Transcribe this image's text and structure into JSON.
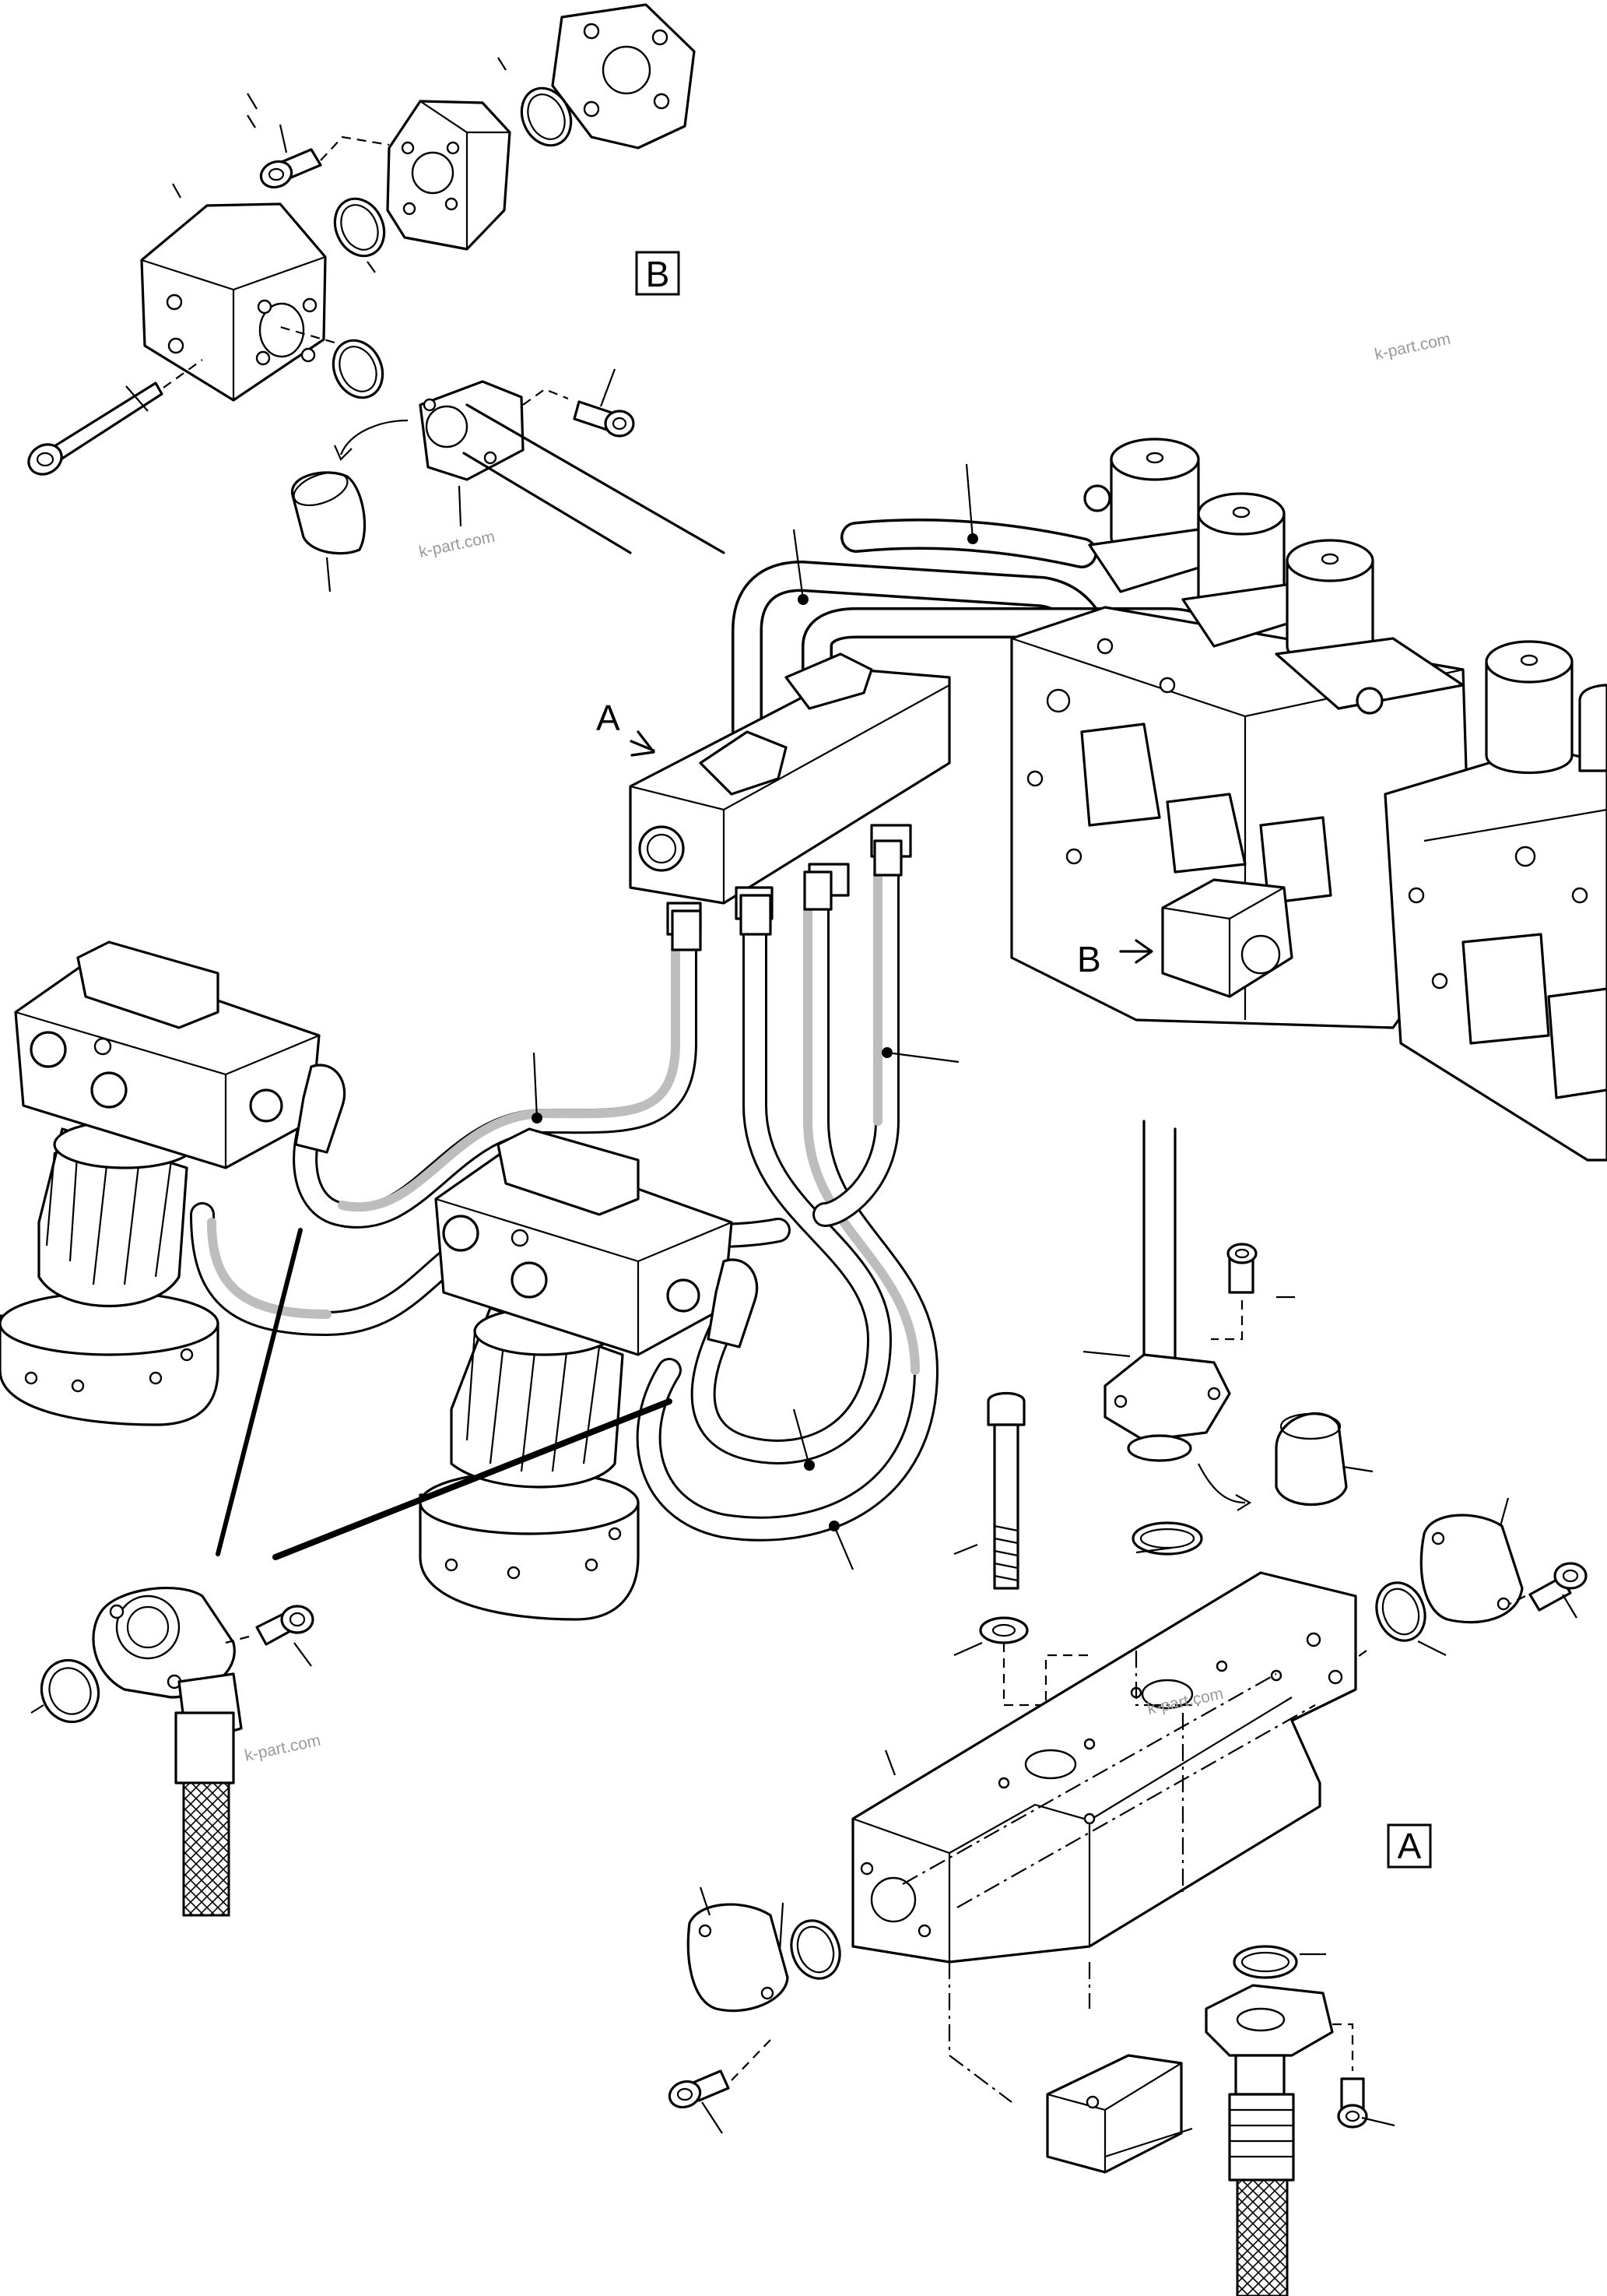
{
  "labels": {
    "detail_b": "B",
    "detail_a": "A",
    "view_a": "A",
    "view_b": "B"
  },
  "watermarks": [
    "k-part.com",
    "k-part.com",
    "k-part.com",
    "k-part.com"
  ],
  "colors": {
    "line": "#000000",
    "hose_shade": "#bdbdbd",
    "watermark": "#9a9a9a"
  }
}
